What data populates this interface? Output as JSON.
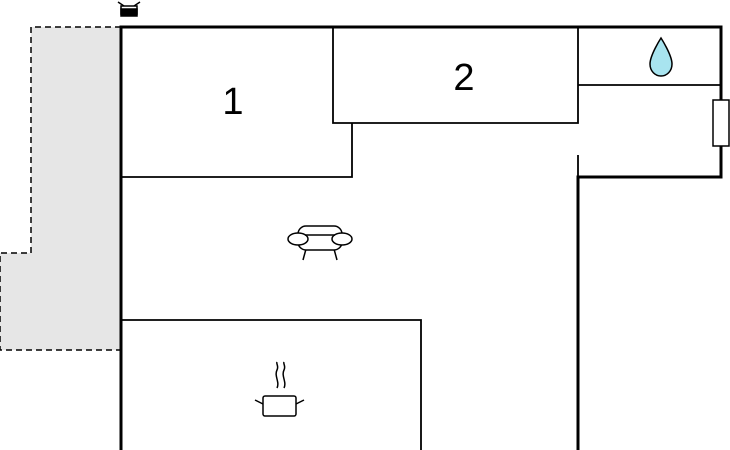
{
  "floor_plan": {
    "rooms": [
      {
        "id": "bedroom-1",
        "label": "1"
      },
      {
        "id": "bedroom-2",
        "label": "2"
      }
    ],
    "icons": [
      {
        "name": "entrance-icon",
        "room": "entry"
      },
      {
        "name": "water-drop-icon",
        "room": "bathroom"
      },
      {
        "name": "sofa-icon",
        "room": "living-room"
      },
      {
        "name": "cooking-pot-icon",
        "room": "kitchen"
      },
      {
        "name": "radiator-icon",
        "room": "bathroom"
      }
    ],
    "terrace": {
      "style": "dashed",
      "fill": "#e6e6e6"
    },
    "colors": {
      "walls": "#000000",
      "water": "#a8e4ef",
      "terrace_fill": "#e6e6e6"
    }
  }
}
